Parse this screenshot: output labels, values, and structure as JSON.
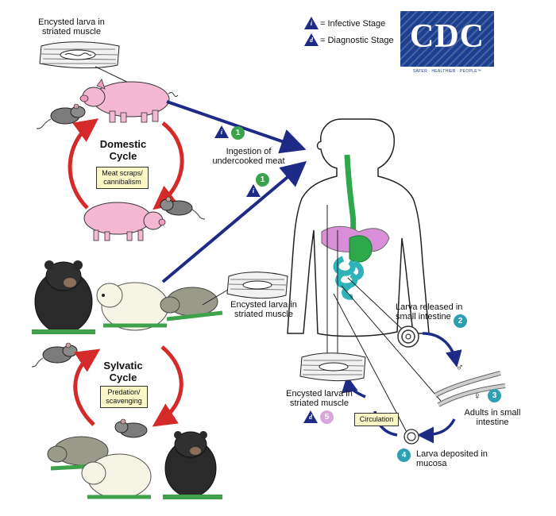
{
  "legend": {
    "infective_symbol": "i",
    "infective_label": "= Infective Stage",
    "diagnostic_symbol": "d",
    "diagnostic_label": "= Diagnostic Stage"
  },
  "logo": {
    "text": "CDC",
    "tagline": "SAFER · HEALTHIER · PEOPLE™"
  },
  "domestic": {
    "title": "Domestic Cycle",
    "box": "Meat scraps/ cannibalism",
    "larva_label": "Encysted larva in striated muscle"
  },
  "sylvatic": {
    "title": "Sylvatic Cycle",
    "box": "Predation/ scavenging",
    "larva_label": "Encysted larva in striated muscle"
  },
  "ingestion": {
    "label": "Ingestion of undercooked meat",
    "step": "1"
  },
  "human_cycle": {
    "step2_label": "Larva released in small intestine",
    "step2": "2",
    "step3_label": "Adults in small intestine",
    "step3": "3",
    "step4_label": "Larva deposited in mucosa",
    "step4": "4",
    "step5_label": "Encysted larva in striated muscle",
    "step5": "5",
    "circulation": "Circulation",
    "male_symbol": "♂",
    "female_symbol": "♀"
  },
  "colors": {
    "infective": "#1e2b86",
    "step_green": "#3aa24a",
    "step_teal": "#2f9fb4",
    "step_pink": "#d7a8d8",
    "cycle_arrow": "#d42a2a",
    "flow_arrow": "#1e2b86",
    "box_fill": "#fbf7c6",
    "logo": "#1c3f8f"
  }
}
